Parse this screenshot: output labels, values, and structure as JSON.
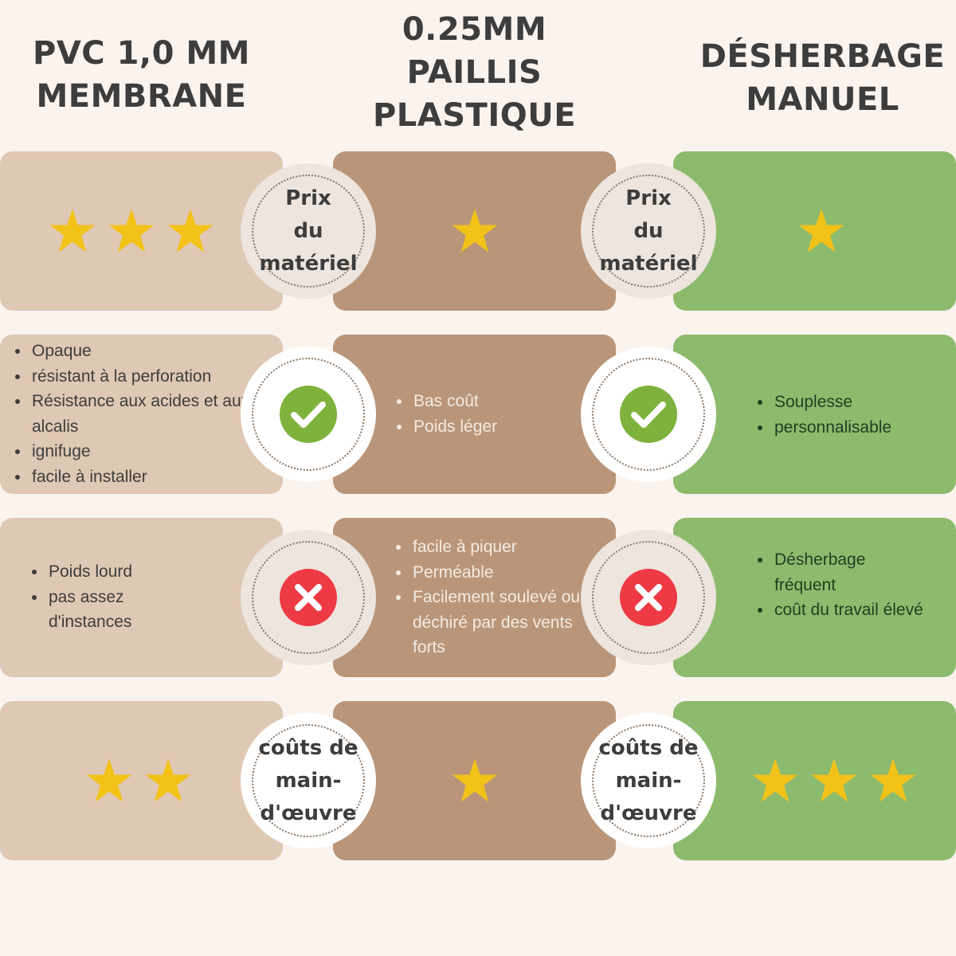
{
  "headers": [
    {
      "lines": [
        "PVC 1,0 MM",
        "MEMBRANE"
      ]
    },
    {
      "lines": [
        "0.25MM",
        "PAILLIS",
        "PLASTIQUE"
      ]
    },
    {
      "lines": [
        "DÉSHERBAGE",
        "MANUEL"
      ]
    }
  ],
  "badges": {
    "price": "Prix\ndu\nmatériel",
    "labor": "coûts de\nmain-\nd'œuvre"
  },
  "ratings": {
    "price": {
      "pvc": 3,
      "plastic": 1,
      "manual": 1
    },
    "labor": {
      "pvc": 2,
      "plastic": 1,
      "manual": 3
    }
  },
  "pros": {
    "pvc": [
      "Opaque",
      "résistant à la perforation",
      "Résistance aux acides et aux alcalis",
      "ignifuge",
      "facile à installer"
    ],
    "plastic": [
      "Bas coût",
      "Poids léger"
    ],
    "manual": [
      "Souplesse",
      "personnalisable"
    ]
  },
  "cons": {
    "pvc": [
      "Poids lourd",
      "pas assez d'instances"
    ],
    "plastic": [
      "facile à piquer",
      "Perméable",
      "Facilement soulevé ou déchiré par des vents forts"
    ],
    "manual": [
      "Désherbage fréquent",
      "coût du travail élevé"
    ]
  },
  "icons": {
    "star": "star-icon",
    "check": "check-icon",
    "cross": "cross-icon"
  },
  "colors": {
    "background": "#fbf3ee",
    "pvc_panel": "#dfc8b4",
    "plastic_panel": "#b9967a",
    "manual_panel": "#8dbb6e",
    "star": "#f3c219",
    "check": "#7eb23c",
    "cross": "#ee3a44",
    "heading": "#3d3d3d"
  }
}
